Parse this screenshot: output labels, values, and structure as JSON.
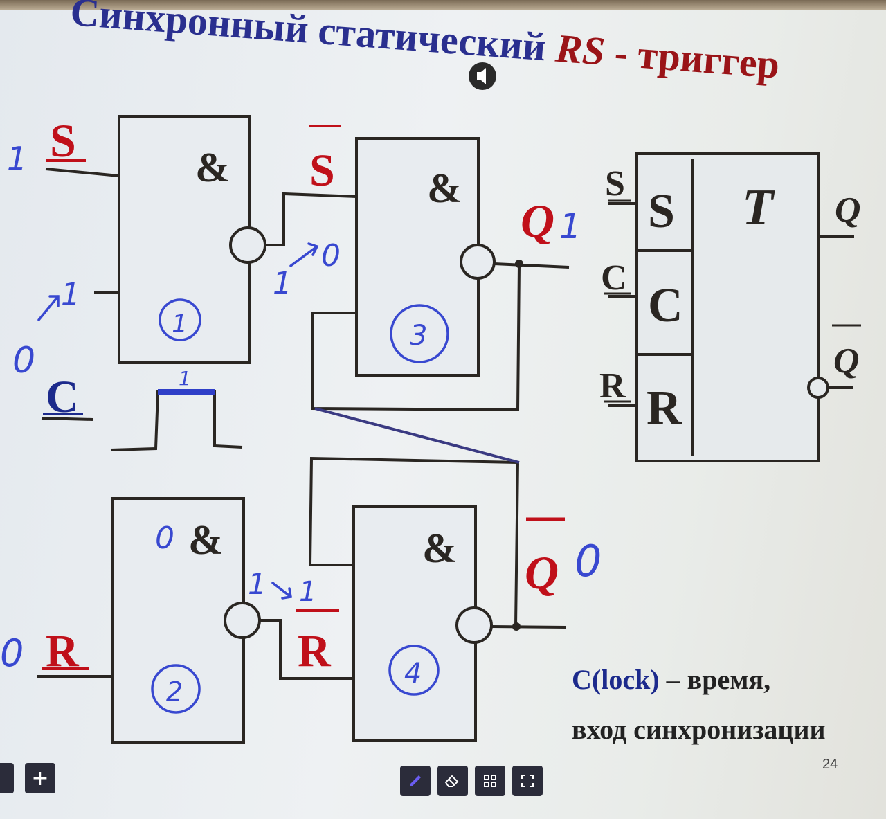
{
  "slide": {
    "title": "Синхронный статический RS - триггер",
    "title_main": "Синхронный статический ",
    "title_rs": "RS",
    "title_tail": " - триггер",
    "page_number": "24",
    "caption_clock": "C(lock)",
    "caption_line1_rest": " – время,",
    "caption_line2": "вход синхронизации"
  },
  "circuit": {
    "inputs": {
      "s": "S",
      "c": "C",
      "r": "R"
    },
    "internal": {
      "s_bar": "S",
      "r_bar": "R"
    },
    "outputs": {
      "q": "Q",
      "q_bar": "Q"
    },
    "gate_symbol": "&",
    "gate_numbers": [
      "1",
      "2",
      "3",
      "4"
    ]
  },
  "symbol_block": {
    "inputs": [
      "S",
      "C",
      "R"
    ],
    "cells": [
      "S",
      "C",
      "R"
    ],
    "name": "T",
    "outputs": [
      "Q",
      "Q"
    ]
  },
  "annotations": {
    "s_value": "1",
    "c_value": "0",
    "c_transition": "1",
    "r_value": "0",
    "pulse_label": "1",
    "gate1_out": "1",
    "gate1_out_new": "0",
    "gate2_out": "1",
    "gate2_out_new": "1",
    "gate2_in": "0",
    "q_value": "1",
    "q_bar_value": "0"
  },
  "toolbar": {
    "left_buttons": [
      "+"
    ],
    "right_buttons": [
      "pen",
      "eraser",
      "grid",
      "fullscreen"
    ]
  },
  "colors": {
    "title": "#2a2f8f",
    "accent_red": "#c0101a",
    "ink_blue": "#2f3fc8",
    "line": "#2a2622"
  }
}
